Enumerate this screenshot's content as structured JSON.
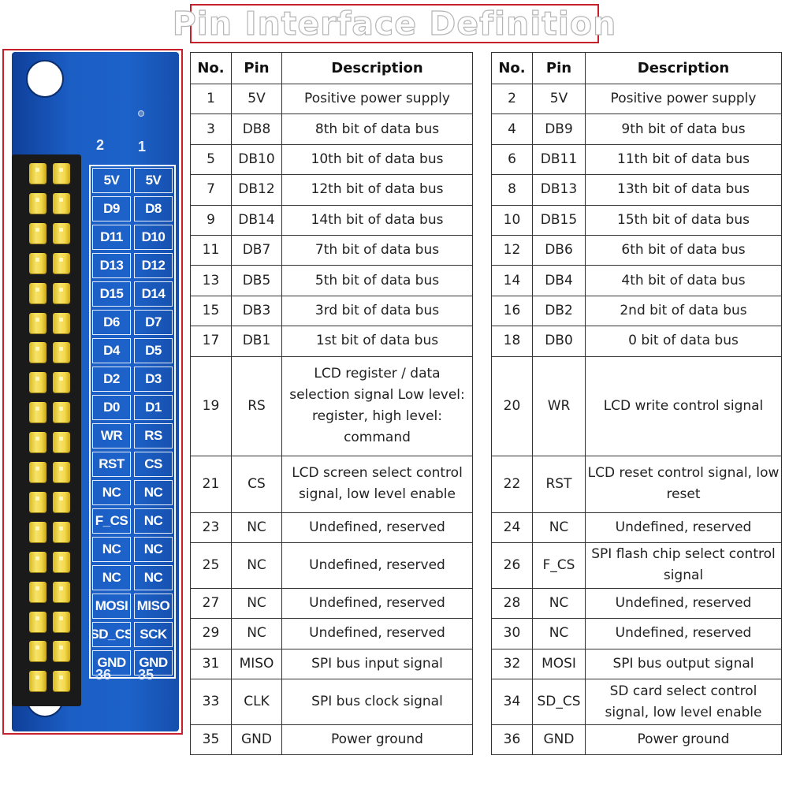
{
  "title": "Pin Interface Definition",
  "board": {
    "col_left_num": "2",
    "col_right_num": "1",
    "bottom_left_num": "36",
    "bottom_right_num": "35",
    "labels": [
      [
        "5V",
        "5V"
      ],
      [
        "D9",
        "D8"
      ],
      [
        "D11",
        "D10"
      ],
      [
        "D13",
        "D12"
      ],
      [
        "D15",
        "D14"
      ],
      [
        "D6",
        "D7"
      ],
      [
        "D4",
        "D5"
      ],
      [
        "D2",
        "D3"
      ],
      [
        "D0",
        "D1"
      ],
      [
        "WR",
        "RS"
      ],
      [
        "RST",
        "CS"
      ],
      [
        "NC",
        "NC"
      ],
      [
        "F_CS",
        "NC"
      ],
      [
        "NC",
        "NC"
      ],
      [
        "NC",
        "NC"
      ],
      [
        "MOSI",
        "MISO"
      ],
      [
        "SD_CS",
        "SCK"
      ],
      [
        "GND",
        "GND"
      ]
    ]
  },
  "table_headers": {
    "no": "No.",
    "pin": "Pin",
    "description": "Description"
  },
  "left_table": [
    {
      "no": "1",
      "pin": "5V",
      "description": "Positive power supply"
    },
    {
      "no": "3",
      "pin": "DB8",
      "description": "8th bit of data bus"
    },
    {
      "no": "5",
      "pin": "DB10",
      "description": "10th bit of data bus"
    },
    {
      "no": "7",
      "pin": "DB12",
      "description": "12th bit of data bus"
    },
    {
      "no": "9",
      "pin": "DB14",
      "description": "14th bit of data bus"
    },
    {
      "no": "11",
      "pin": "DB7",
      "description": "7th bit of data bus"
    },
    {
      "no": "13",
      "pin": "DB5",
      "description": "5th bit of data bus"
    },
    {
      "no": "15",
      "pin": "DB3",
      "description": "3rd bit of data bus"
    },
    {
      "no": "17",
      "pin": "DB1",
      "description": "1st bit of data bus"
    },
    {
      "no": "19",
      "pin": "RS",
      "description": "LCD register / data selection signal Low level: register, high level: command"
    },
    {
      "no": "21",
      "pin": "CS",
      "description": "LCD screen select control signal, low level enable"
    },
    {
      "no": "23",
      "pin": "NC",
      "description": "Undefined, reserved"
    },
    {
      "no": "25",
      "pin": "NC",
      "description": "Undefined, reserved"
    },
    {
      "no": "27",
      "pin": "NC",
      "description": "Undefined, reserved"
    },
    {
      "no": "29",
      "pin": "NC",
      "description": "Undefined, reserved"
    },
    {
      "no": "31",
      "pin": "MISO",
      "description": "SPI bus input signal"
    },
    {
      "no": "33",
      "pin": "CLK",
      "description": "SPI bus clock signal"
    },
    {
      "no": "35",
      "pin": "GND",
      "description": "Power ground"
    }
  ],
  "right_table": [
    {
      "no": "2",
      "pin": "5V",
      "description": "Positive power supply"
    },
    {
      "no": "4",
      "pin": "DB9",
      "description": "9th bit of data bus"
    },
    {
      "no": "6",
      "pin": "DB11",
      "description": "11th bit of data bus"
    },
    {
      "no": "8",
      "pin": "DB13",
      "description": "13th bit of data bus"
    },
    {
      "no": "10",
      "pin": "DB15",
      "description": "15th bit of data bus"
    },
    {
      "no": "12",
      "pin": "DB6",
      "description": "6th bit of data bus"
    },
    {
      "no": "14",
      "pin": "DB4",
      "description": "4th bit of data bus"
    },
    {
      "no": "16",
      "pin": "DB2",
      "description": "2nd bit of data bus"
    },
    {
      "no": "18",
      "pin": "DB0",
      "description": "0 bit of data bus"
    },
    {
      "no": "20",
      "pin": "WR",
      "description": "LCD write control signal"
    },
    {
      "no": "22",
      "pin": "RST",
      "description": "LCD reset control signal, low reset"
    },
    {
      "no": "24",
      "pin": "NC",
      "description": "Undefined, reserved"
    },
    {
      "no": "26",
      "pin": "F_CS",
      "description": "SPI flash chip select control signal"
    },
    {
      "no": "28",
      "pin": "NC",
      "description": "Undefined, reserved"
    },
    {
      "no": "30",
      "pin": "NC",
      "description": "Undefined, reserved"
    },
    {
      "no": "32",
      "pin": "MOSI",
      "description": "SPI bus output signal"
    },
    {
      "no": "34",
      "pin": "SD_CS",
      "description": "SD card select control signal, low level enable"
    },
    {
      "no": "36",
      "pin": "GND",
      "description": "Power ground"
    }
  ]
}
